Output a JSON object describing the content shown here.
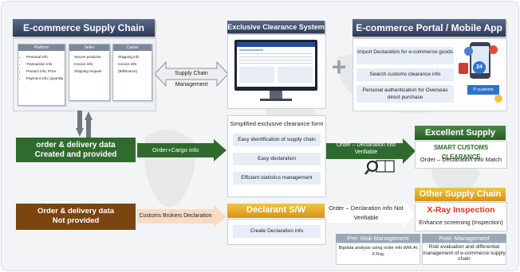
{
  "supply_chain": {
    "title": "E-commerce Supply Chain",
    "platform": {
      "title": "Platform",
      "items": [
        "Personal info",
        "Transaction info",
        "Product info, Price",
        "Payment info, Quantity"
      ]
    },
    "seller": {
      "title": "Seller",
      "items": [
        "Secure products",
        "Invoice info",
        "Shipping request"
      ]
    },
    "carrier": {
      "title": "Carrier",
      "items": [
        "Shipping info",
        "Invoice info",
        "(Bill/source)"
      ]
    }
  },
  "arrows": {
    "supply_chain_management": "Supply Chain Management",
    "order_cargo": "Order+Cargo info",
    "customs_brokers": "Customs Brokers Declaration",
    "verifiable": "Order – Declaration info Verifiable",
    "not_verifiable": "Order – Declaration info Not Verifiable"
  },
  "clearance": {
    "title": "Exclusive Clearance System",
    "steps": [
      "Simplified exclusive clearance form",
      "Easy identification of supply chain",
      "Easy declaration",
      "Efficient statistics management"
    ]
  },
  "portal": {
    "title": "E-commerce Portal / Mobile App",
    "items": [
      "Import Declaration for e-commerce goods",
      "Search customs clearance info",
      "Personal authentication for Overseas direct purchase"
    ],
    "badge_number": "24",
    "badge_label": "P customs"
  },
  "plus_sign": "+",
  "data_provided": {
    "line1": "order & delivery data",
    "line2": "Created and provided"
  },
  "data_not_provided": {
    "line1": "Order & delivery data",
    "line2": "Not provided"
  },
  "declarant": {
    "title": "Declarant S/W",
    "item": "Create Declaration info"
  },
  "excellent": {
    "title": "Excellent Supply Chain",
    "brand": "SMART CUSTOMS CLEARANCE",
    "text": "Order – Declaration info Match"
  },
  "other": {
    "title": "Other Supply Chain",
    "brand": "X-Ray Inspection",
    "text": "Enhance screening (Inspection)"
  },
  "pre_risk": {
    "title": "Pre- Risk Management",
    "text": "Bigdata analysis using order info With AI X-Ray"
  },
  "post_mgmt": {
    "title": "Post- Management",
    "text": "Risk evaluation and differential management of e-commerce supply chain"
  },
  "colors": {
    "navy": "#2d3b57",
    "green": "#2f6b2e",
    "brown": "#7a4511",
    "gold": "#e3a62a",
    "red": "#e3331e",
    "light_blue": "#e6edf6"
  }
}
